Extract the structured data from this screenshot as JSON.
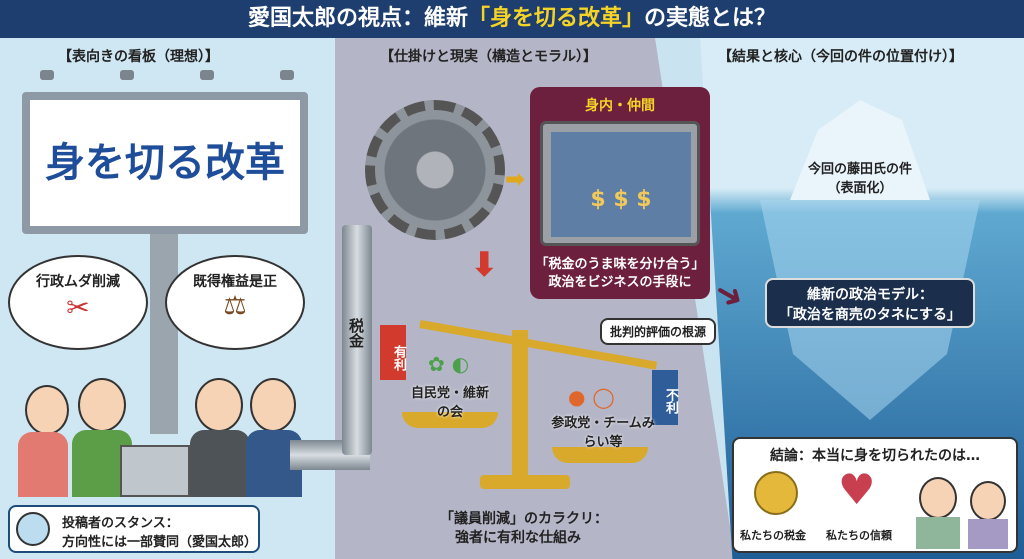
{
  "title": {
    "prefix": "愛国太郎の視点：維新",
    "highlight": "「身を切る改革」",
    "suffix": "の実態とは？"
  },
  "sections": {
    "left": "【表向きの看板（理想）】",
    "middle": "【仕掛けと現実（構造とモラル）】",
    "right": "【結果と核心（今回の件の位置付け）】"
  },
  "billboard": {
    "text": "身を切る改革"
  },
  "bubbles": [
    "行政ムダ削減",
    "既得権益是正"
  ],
  "stance": {
    "line1": "投稿者のスタンス：",
    "line2": "方向性には一部賛同（愛国太郎）"
  },
  "pipe": {
    "label": "税金"
  },
  "insider": {
    "title": "身内・仲間",
    "quote": "「税金のうま味を分け合う」",
    "desc": "政治をビジネスの手段に"
  },
  "critique": "批判的評価の根源",
  "scale": {
    "advantage": "有利",
    "disadvantage": "不利",
    "left_party": "自民党・維新の会",
    "right_party": "参政党・チームみらい等",
    "caption1": "「議員削減」のカラクリ：",
    "caption2": "強者に有利な仕組み"
  },
  "iceberg": {
    "tip1": "今回の藤田氏の件",
    "tip2": "（表面化）",
    "model1": "維新の政治モデル：",
    "model2": "「政治を商売のタネにする」"
  },
  "conclusion": {
    "title": "結論：本当に身を切られたのは…",
    "item1": "私たちの税金",
    "item2": "私たちの信頼"
  },
  "colors": {
    "navy": "#1d3e6e",
    "yellow": "#f5d327",
    "maroon": "#6d1f3e",
    "red": "#d23a2e",
    "blue": "#2f5d9a"
  }
}
